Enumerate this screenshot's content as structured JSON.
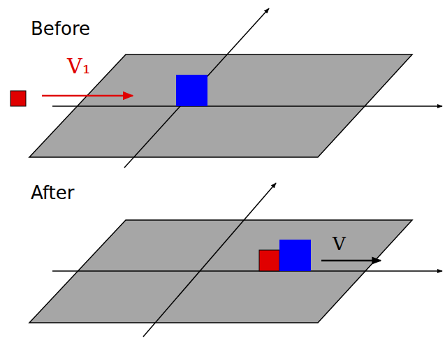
{
  "diagram": {
    "labels": [
      "Before",
      "V₁",
      "After",
      "V"
    ]
  }
}
